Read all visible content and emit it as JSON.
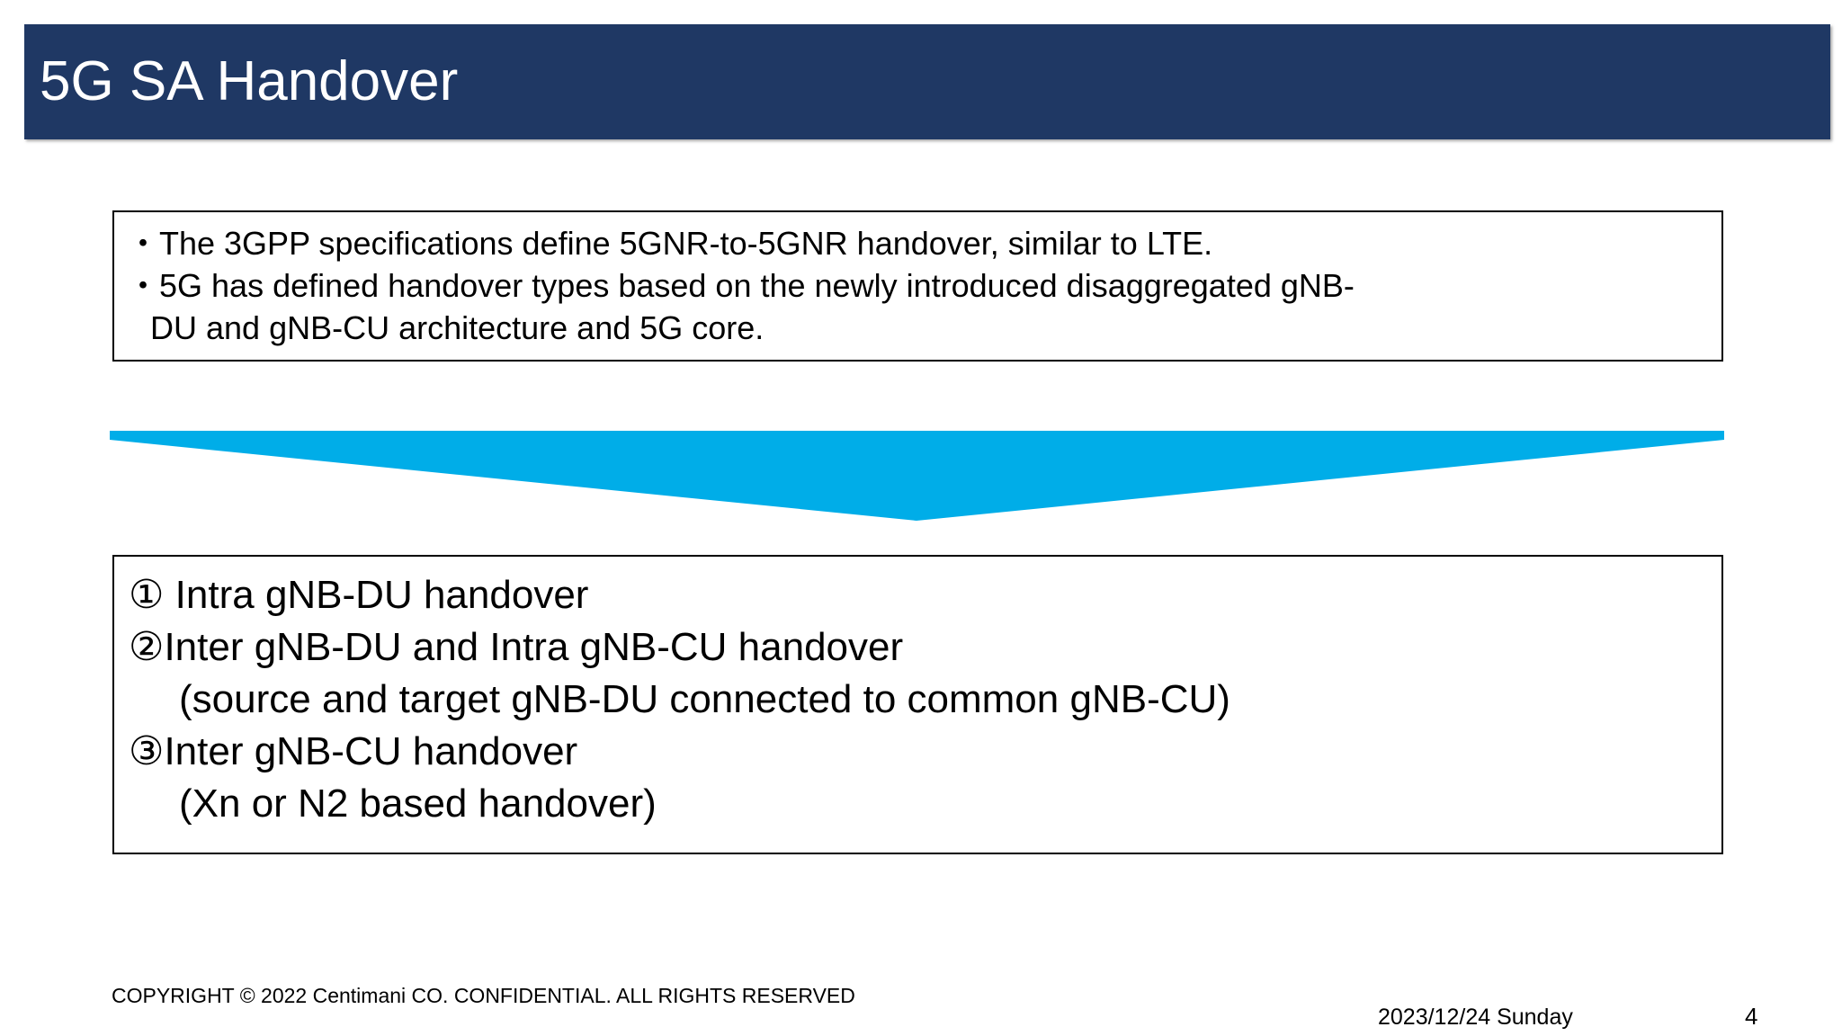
{
  "slide": {
    "title": "5G SA Handover",
    "accent_colors": {
      "title_bar": "#1f3864",
      "chevron": "#00ADE8",
      "text": "#000000",
      "background": "#ffffff"
    }
  },
  "intro_box": {
    "lines": [
      "・The 3GPP specifications define 5GNR-to-5GNR handover, similar to LTE.",
      "・5G has defined handover types based on the newly introduced disaggregated gNB-",
      "DU and gNB-CU architecture and 5G core."
    ]
  },
  "chevron": {
    "label": "down-chevron-divider"
  },
  "handover_types_box": {
    "lines": [
      "① Intra gNB-DU handover",
      "②Inter gNB-DU and Intra gNB-CU handover",
      "(source and target gNB-DU connected to common gNB-CU)",
      "③Inter gNB-CU handover",
      "(Xn or N2 based handover)"
    ]
  },
  "footer": {
    "copyright": "COPYRIGHT © 2022 Centimani CO. CONFIDENTIAL. ALL RIGHTS RESERVED",
    "date": "2023/12/24 Sunday",
    "page_number": "4"
  }
}
